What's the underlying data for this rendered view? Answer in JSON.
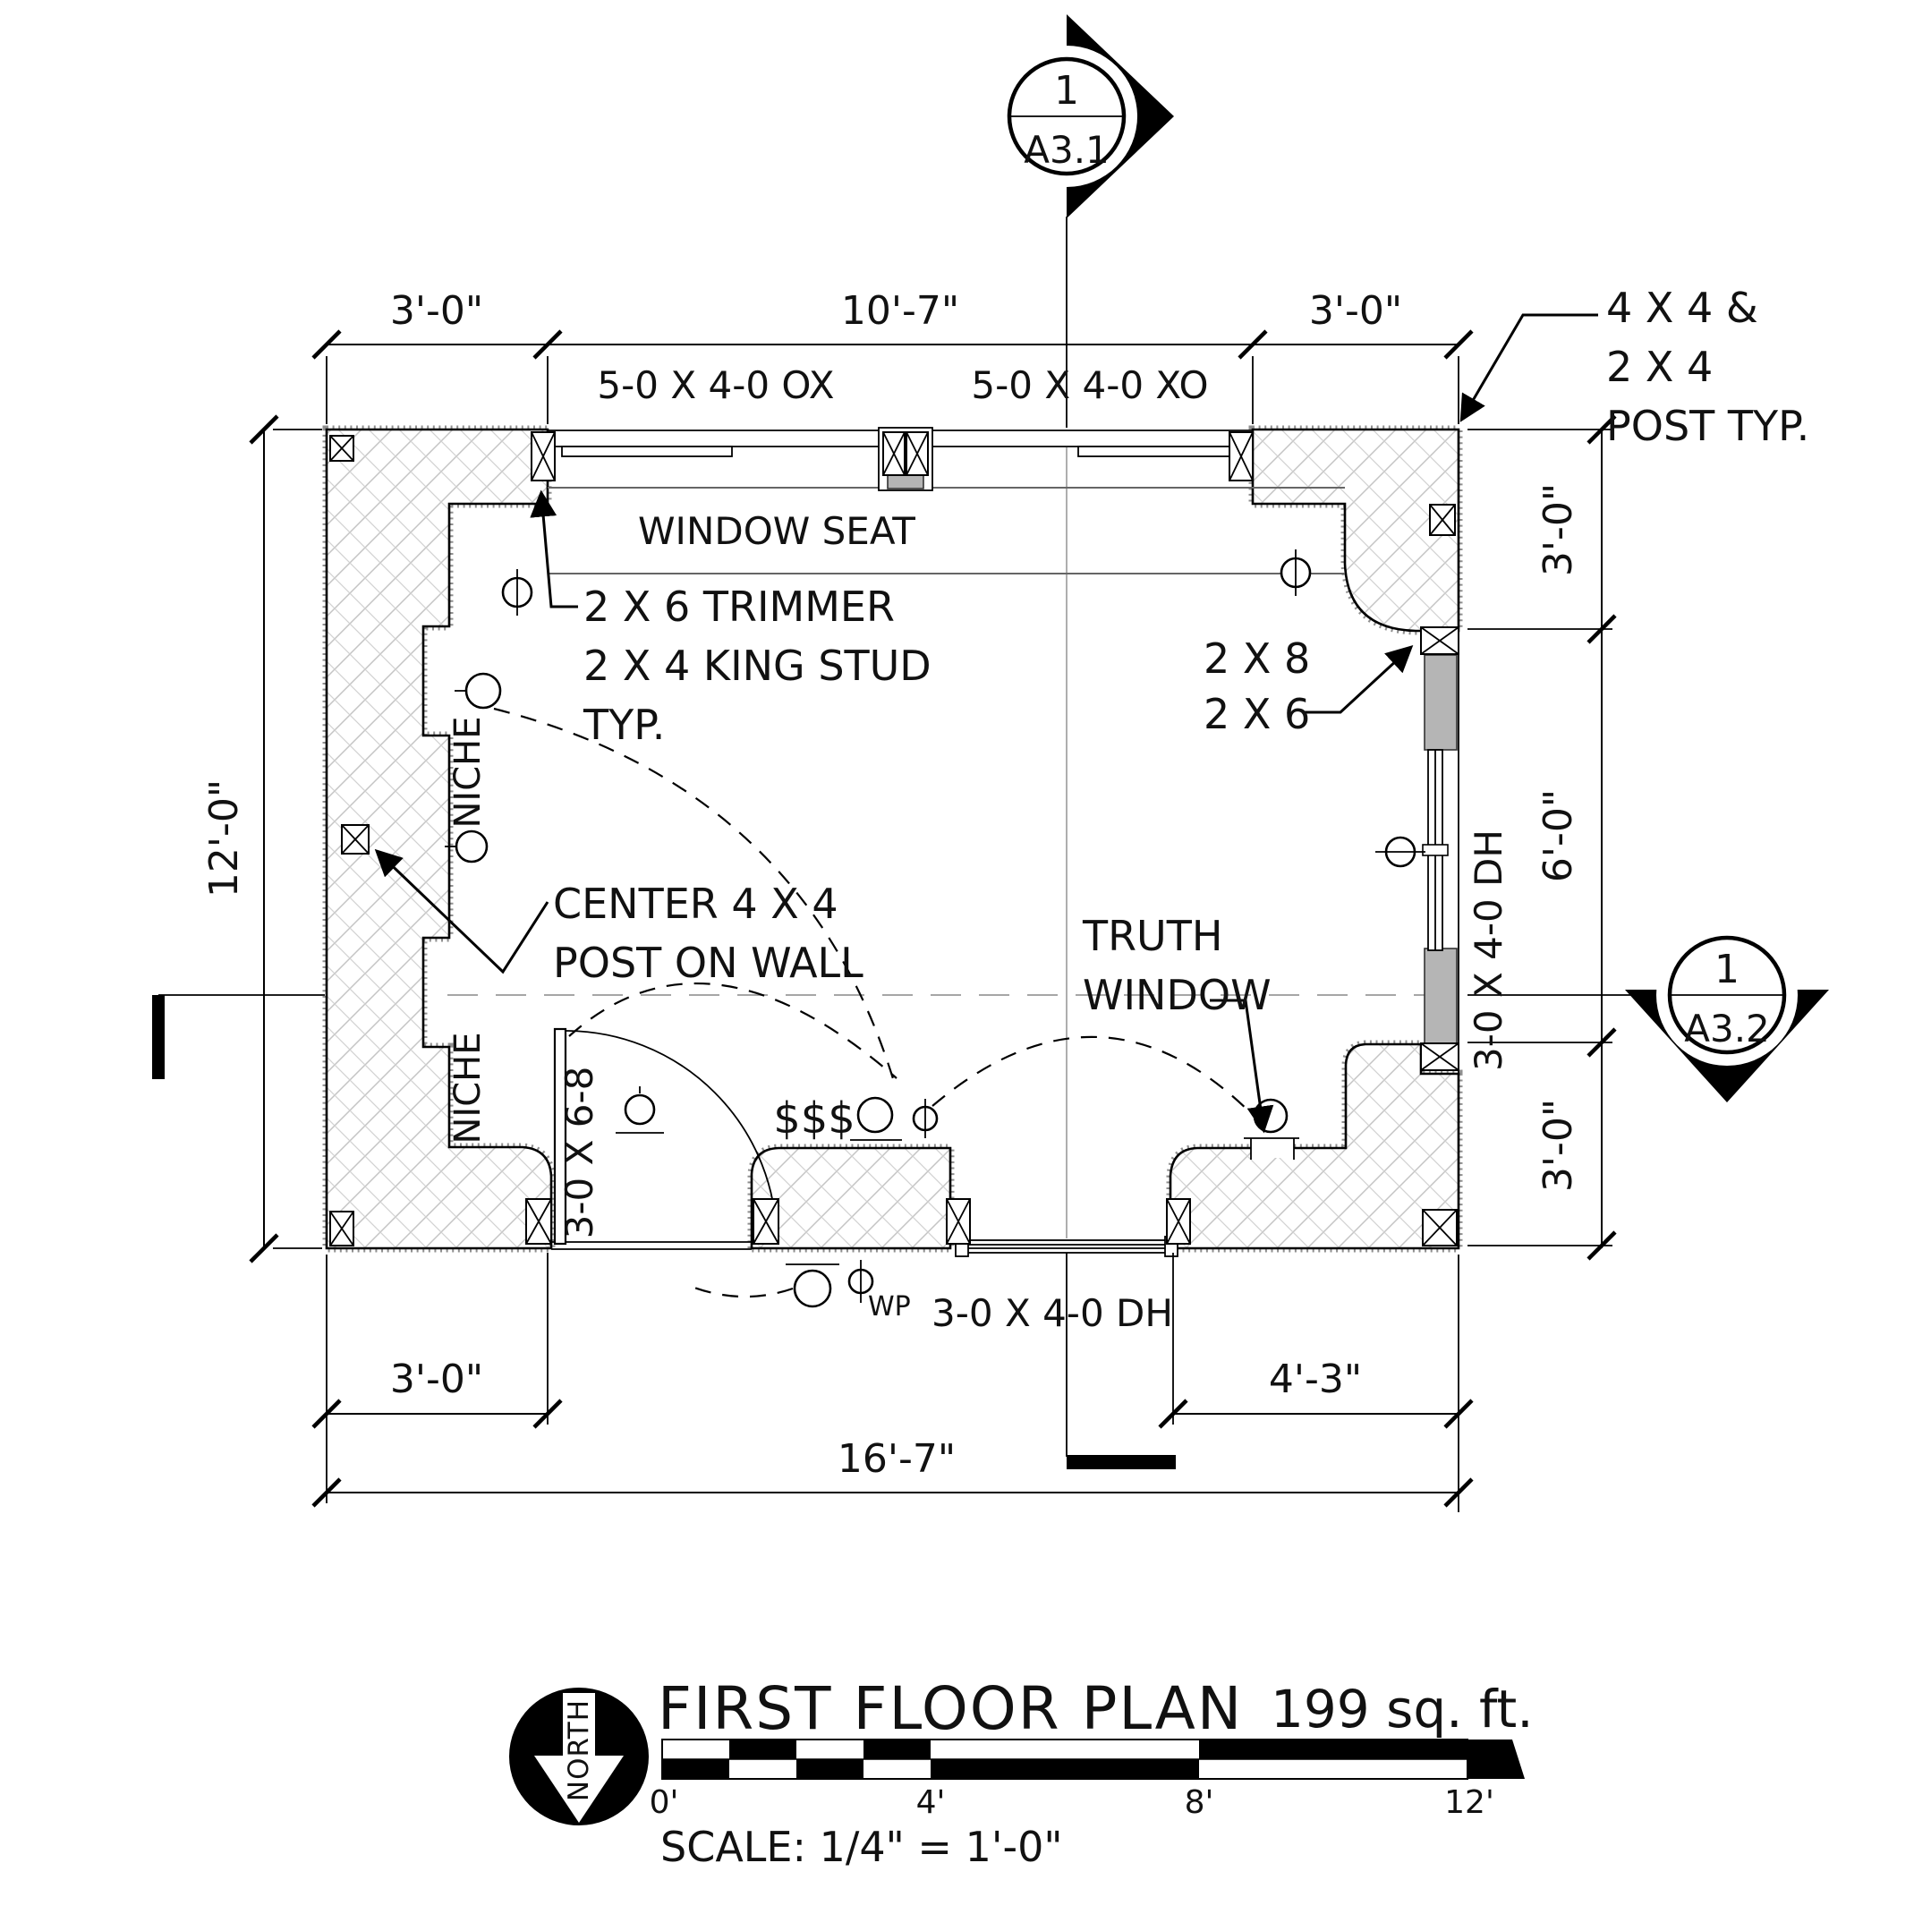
{
  "drawing": {
    "title": "FIRST FLOOR PLAN",
    "area": "199 sq. ft.",
    "scale_note": "SCALE: 1/4\" = 1'-0\"",
    "north_label": "NORTH",
    "scale_ticks": [
      "0'",
      "4'",
      "8'",
      "12'"
    ]
  },
  "section_markers": {
    "a31": {
      "number": "1",
      "sheet": "A3.1"
    },
    "a32": {
      "number": "1",
      "sheet": "A3.2"
    }
  },
  "dimensions": {
    "top_left": "3'-0\"",
    "top_mid": "10'-7\"",
    "top_right": "3'-0\"",
    "left": "12'-0\"",
    "right_top": "3'-0\"",
    "right_mid": "6'-0\"",
    "right_bottom": "3'-0\"",
    "bottom_left": "3'-0\"",
    "bottom_right": "4'-3\"",
    "bottom_overall": "16'-7\""
  },
  "openings": {
    "window_top_left": "5-0 X 4-0 OX",
    "window_top_right": "5-0 X 4-0 XO",
    "window_right": "3-0 X 4-0 DH",
    "window_bottom": "3-0 X 4-0 DH",
    "door": "3-0 X 6-8"
  },
  "annotations": {
    "window_seat": "WINDOW SEAT",
    "post_note": [
      "4 X 4 &",
      "2 X 4",
      "POST TYP."
    ],
    "trimmer_note": [
      "2 X 6 TRIMMER",
      "2 X 4 KING STUD",
      "TYP."
    ],
    "header_note": [
      "2 X 8",
      "2 X 6"
    ],
    "center_post_note": [
      "CENTER 4 X 4",
      "POST ON WALL"
    ],
    "truth_window_note": [
      "TRUTH",
      "WINDOW"
    ],
    "niche_upper": "NICHE",
    "niche_lower": "NICHE",
    "switches": "$$$",
    "weatherproof": "WP"
  }
}
